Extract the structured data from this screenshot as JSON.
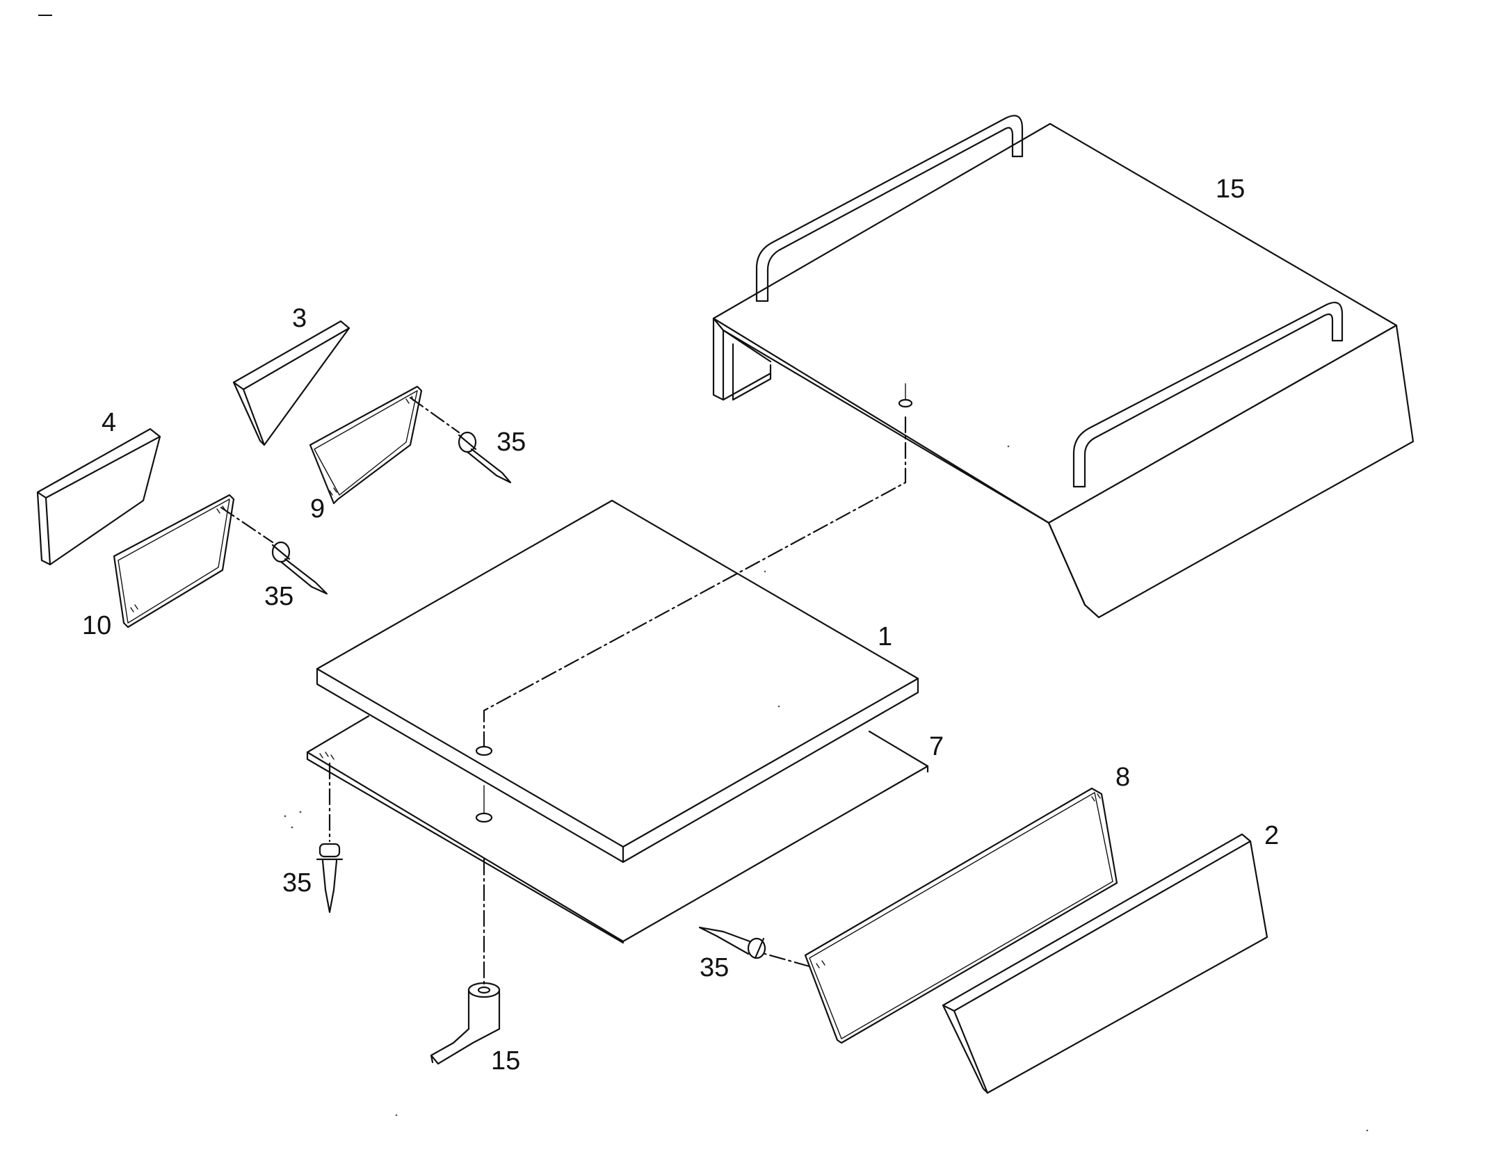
{
  "callouts": {
    "top_housing": "15",
    "end_panel_3": "3",
    "end_panel_4": "4",
    "insert_9": "9",
    "insert_10": "10",
    "screw_upper_right": "35",
    "screw_upper_left": "35",
    "screw_lower_left": "35",
    "screw_lower_right": "35",
    "top_board": "1",
    "base_plate": "7",
    "insert_8": "8",
    "front_panel_2": "2",
    "foot_bracket": "15"
  },
  "colors": {
    "line": "#111111",
    "background": "#ffffff"
  }
}
